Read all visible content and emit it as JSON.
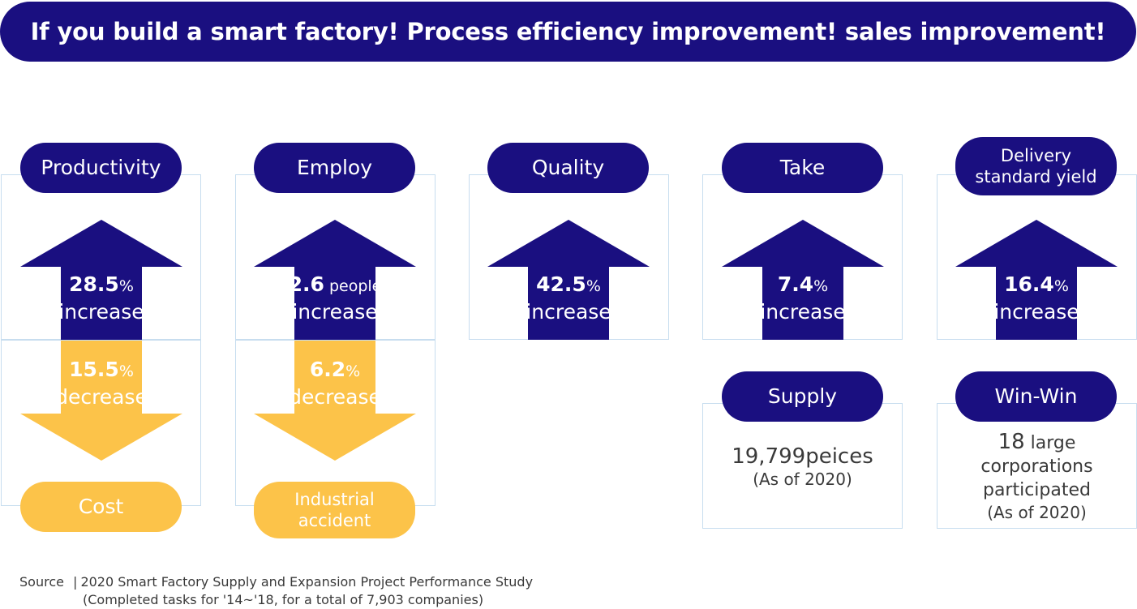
{
  "title": "If you build a smart factory! Process efficiency improvement! sales improvement!",
  "columns": [
    {
      "top_label": "Productivity",
      "up": {
        "value": "28.5",
        "unit": "%",
        "word": "increase"
      },
      "down": {
        "value": "15.5",
        "unit": "%",
        "word": "decrease"
      },
      "bottom_label": "Cost"
    },
    {
      "top_label": "Employ",
      "up": {
        "value": "2.6",
        "unit": " people",
        "word": "increase"
      },
      "down": {
        "value": "6.2",
        "unit": "%",
        "word": "decrease"
      },
      "bottom_label_line1": "Industrial",
      "bottom_label_line2": "accident"
    },
    {
      "top_label": "Quality",
      "up": {
        "value": "42.5",
        "unit": "%",
        "word": "increase"
      }
    },
    {
      "top_label": "Take",
      "up": {
        "value": "7.4",
        "unit": "%",
        "word": "increase"
      }
    },
    {
      "top_label_line1": "Delivery",
      "top_label_line2": "standard yield",
      "up": {
        "value": "16.4",
        "unit": "%",
        "word": "increase"
      }
    }
  ],
  "supply": {
    "label": "Supply",
    "value": "19,799peices",
    "note": "(As of 2020)"
  },
  "winwin": {
    "label": "Win-Win",
    "value": "18",
    "value_suffix": " large",
    "line2": "corporations",
    "line3": "participated",
    "note": "(As of 2020)"
  },
  "source": {
    "label": "Source",
    "separator": "|",
    "line1": "2020 Smart Factory Supply and Expansion Project Performance Study",
    "line2": "(Completed tasks for '14~'18, for a total of 7,903 companies)"
  },
  "colors": {
    "navy": "#1a0f80",
    "yellow": "#fcc349",
    "box_border": "#c7ddef"
  }
}
